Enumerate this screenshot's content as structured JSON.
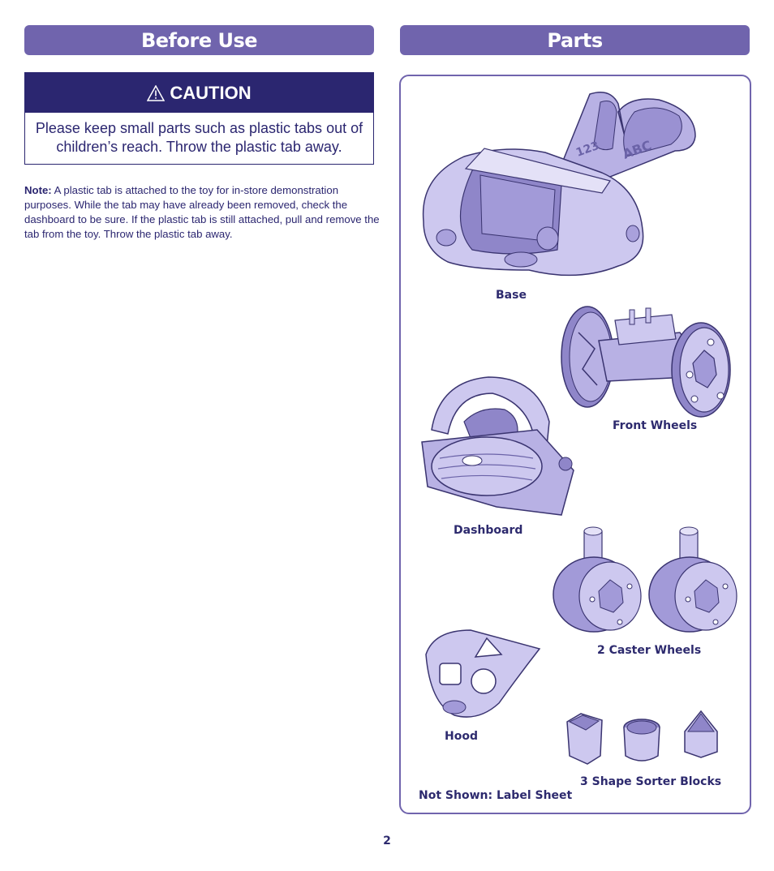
{
  "sections": {
    "left_title": "Before Use",
    "right_title": "Parts"
  },
  "caution": {
    "heading": "CAUTION",
    "body": "Please keep small parts such as plastic tabs out of children’s reach. Throw the plastic tab away."
  },
  "note": {
    "label": "Note:",
    "text": " A plastic tab is attached to the toy for in-store demonstration purposes. While the tab may have already been removed, check the dashboard to be sure. If the plastic tab is still attached, pull and remove the tab from the toy. Throw the plastic tab away."
  },
  "parts": {
    "base": "Base",
    "front_wheels": "Front Wheels",
    "dashboard": "Dashboard",
    "caster_wheels": "2 Caster Wheels",
    "hood": "Hood",
    "blocks": "3 Shape Sorter Blocks",
    "not_shown": "Not Shown: Label Sheet",
    "base_markings": [
      "123",
      "ABC"
    ]
  },
  "page_number": "2",
  "colors": {
    "header_bar": "#7064ad",
    "caution_bar": "#2b2670",
    "text": "#2d2a6e",
    "part_fill": "#c9c4ec",
    "part_dark": "#8f86c9",
    "outline": "#3a3470"
  }
}
